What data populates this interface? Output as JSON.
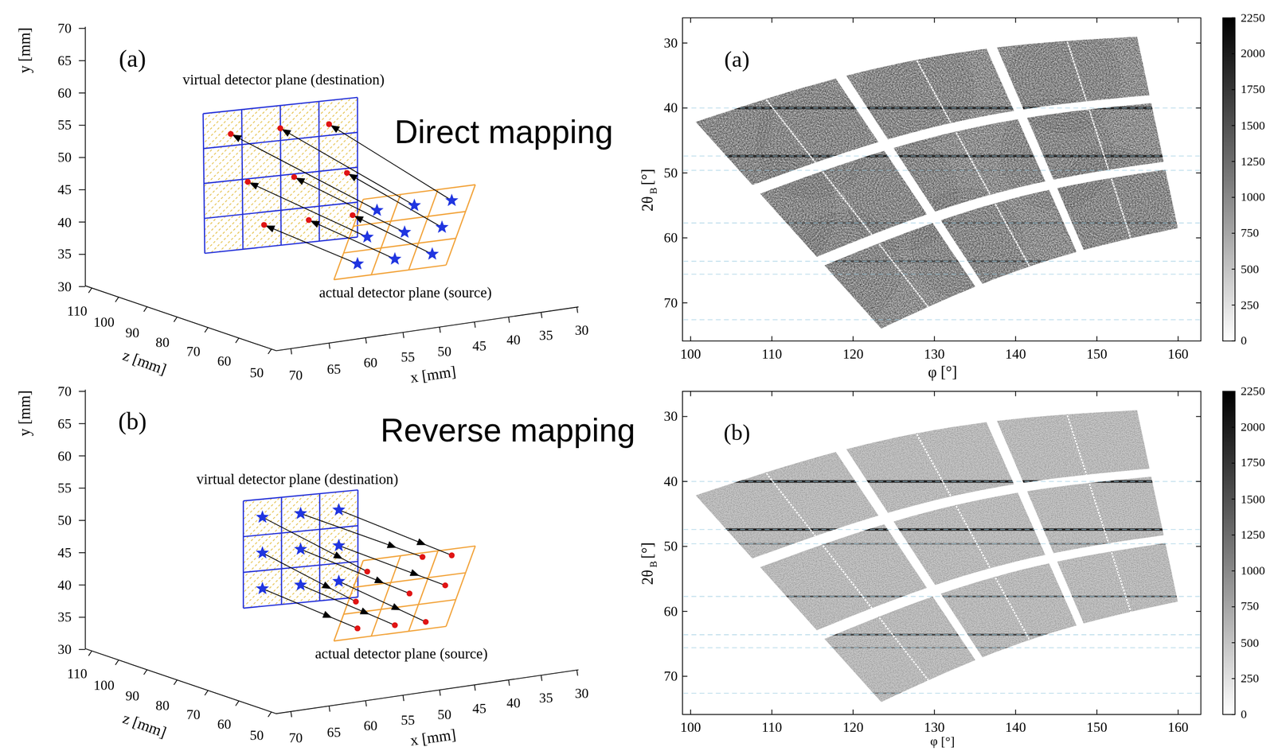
{
  "diagram": {
    "labels": [
      "(a)",
      "70",
      "65",
      "60",
      "55",
      "50",
      "45",
      "40",
      "35",
      "30",
      "y [mm]",
      "110",
      "100",
      "90",
      "80",
      "70",
      "60",
      "50",
      "z [mm]",
      "70",
      "65",
      "60",
      "55",
      "50",
      "45",
      "40",
      "35",
      "30",
      "x [mm]",
      "virtual detector plane (destination)",
      "actual detector plane (source)",
      "Direct mapping",
      "(a)",
      "30",
      "40",
      "50",
      "60",
      "70",
      "2θ",
      "B",
      "[°]",
      "100",
      "110",
      "120",
      "130",
      "140",
      "150",
      "160",
      "φ [°]",
      "2250",
      "2000",
      "1750",
      "1500",
      "1250",
      "1000",
      "750",
      "500",
      "250",
      "0",
      "(b)",
      "70",
      "65",
      "60",
      "55",
      "50",
      "45",
      "40",
      "35",
      "30",
      "y [mm]",
      "110",
      "100",
      "90",
      "80",
      "70",
      "60",
      "50",
      "z [mm]",
      "70",
      "65",
      "60",
      "55",
      "50",
      "45",
      "40",
      "35",
      "30",
      "x [mm]",
      "virtual detector plane (destination)",
      "actual detector plane (source)",
      "Reverse mapping",
      "(b)",
      "30",
      "40",
      "50",
      "60",
      "70",
      "2θ",
      "B",
      "[°]",
      "100",
      "110",
      "120",
      "130",
      "140",
      "150",
      "160",
      "φ [°]",
      "2250",
      "2000",
      "1750",
      "1500",
      "1250",
      "1000",
      "750",
      "500",
      "250",
      "0"
    ]
  }
}
